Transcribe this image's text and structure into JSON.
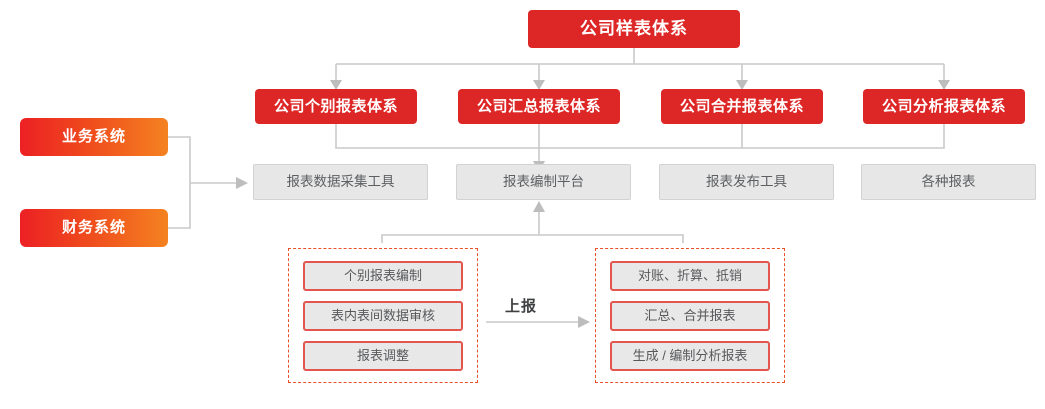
{
  "diagram": {
    "title_node": {
      "label": "公司样表体系",
      "color": "#dd2726"
    },
    "level2": [
      {
        "label": "公司个别报表体系"
      },
      {
        "label": "公司汇总报表体系"
      },
      {
        "label": "公司合并报表体系"
      },
      {
        "label": "公司分析报表体系"
      }
    ],
    "level3": [
      {
        "label": "报表数据采集工具"
      },
      {
        "label": "报表编制平台"
      },
      {
        "label": "报表发布工具"
      },
      {
        "label": "各种报表"
      }
    ],
    "sources": [
      {
        "label": "业务系统"
      },
      {
        "label": "财务系统"
      }
    ],
    "group_left": {
      "items": [
        {
          "label": "个别报表编制"
        },
        {
          "label": "表内表间数据审核"
        },
        {
          "label": "报表调整"
        }
      ]
    },
    "group_right": {
      "items": [
        {
          "label": "对账、折算、抵销"
        },
        {
          "label": "汇总、合并报表"
        },
        {
          "label": "生成 / 编制分析报表"
        }
      ]
    },
    "connector_label": "上报",
    "colors": {
      "red": "#dd2726",
      "gradient_start": "#ec2024",
      "gradient_end": "#f58220",
      "gray_fill": "#e7e7e7",
      "gray_text": "#5d6063",
      "inner_border": "#e2564f",
      "dashed_border": "#e8502a",
      "link": "#c9c9c9"
    }
  }
}
